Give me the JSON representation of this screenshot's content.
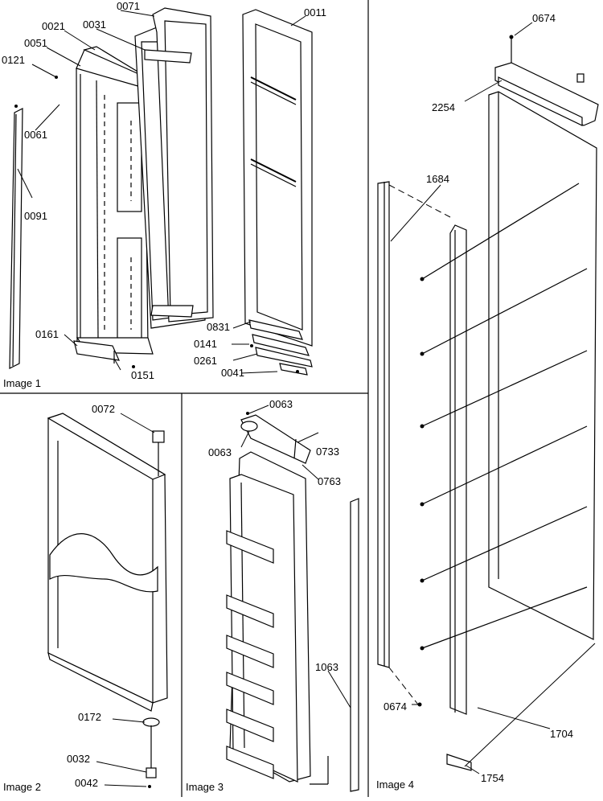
{
  "panels": [
    {
      "id": "image1",
      "caption": "Image 1"
    },
    {
      "id": "image2",
      "caption": "Image 2"
    },
    {
      "id": "image3",
      "caption": "Image 3"
    },
    {
      "id": "image4",
      "caption": "Image 4"
    }
  ],
  "part_labels": {
    "image1": [
      "0071",
      "0031",
      "0021",
      "0051",
      "0121",
      "0061",
      "0091",
      "0011",
      "0831",
      "0141",
      "0261",
      "0041",
      "0161",
      "0151"
    ],
    "image2": [
      "0072",
      "0172",
      "0032",
      "0042"
    ],
    "image3": [
      "0063",
      "0063",
      "0733",
      "0763",
      "1063"
    ],
    "image4": [
      "0674",
      "2254",
      "1684",
      "0674",
      "1704",
      "1754"
    ]
  }
}
